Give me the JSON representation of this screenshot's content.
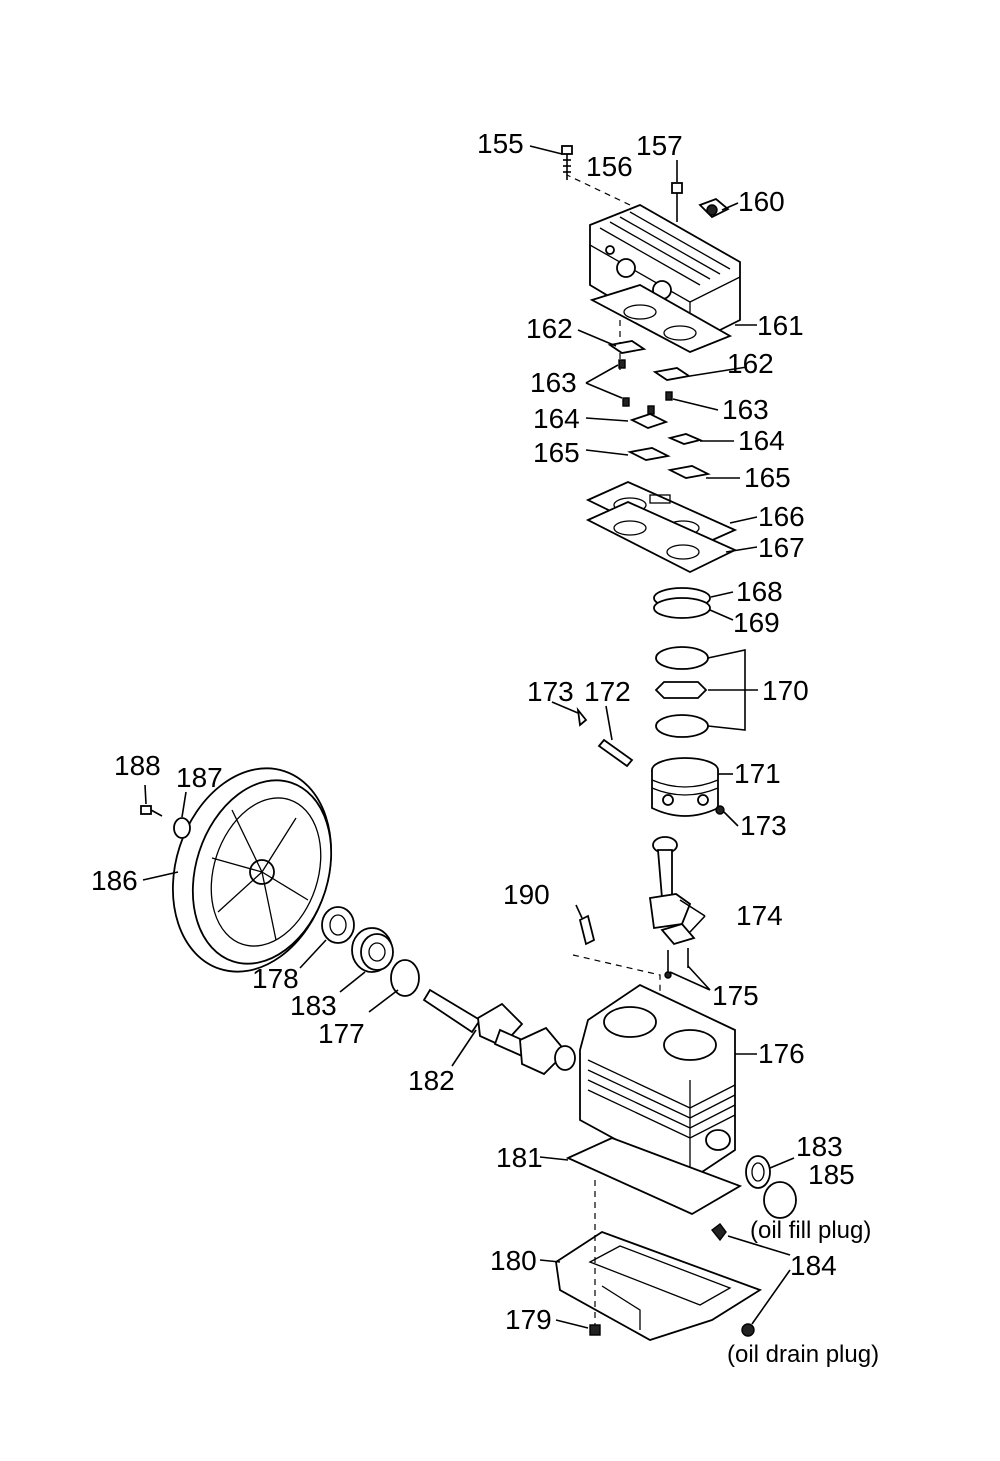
{
  "diagram": {
    "callouts": {
      "c155": "155",
      "c156": "156",
      "c157": "157",
      "c160": "160",
      "c161": "161",
      "c162a": "162",
      "c162b": "162",
      "c163a": "163",
      "c163b": "163",
      "c164a": "164",
      "c164b": "164",
      "c165a": "165",
      "c165b": "165",
      "c166": "166",
      "c167": "167",
      "c168": "168",
      "c169": "169",
      "c170": "170",
      "c171": "171",
      "c172": "172",
      "c173a": "173",
      "c173b": "173",
      "c174": "174",
      "c175": "175",
      "c176": "176",
      "c177": "177",
      "c178": "178",
      "c179": "179",
      "c180": "180",
      "c181": "181",
      "c182": "182",
      "c183a": "183",
      "c183b": "183",
      "c184": "184",
      "c185": "185",
      "c186": "186",
      "c187": "187",
      "c188": "188",
      "c190": "190"
    },
    "notes": {
      "oil_fill_plug": "(oil fill plug)",
      "oil_drain_plug": "(oil drain plug)"
    }
  }
}
